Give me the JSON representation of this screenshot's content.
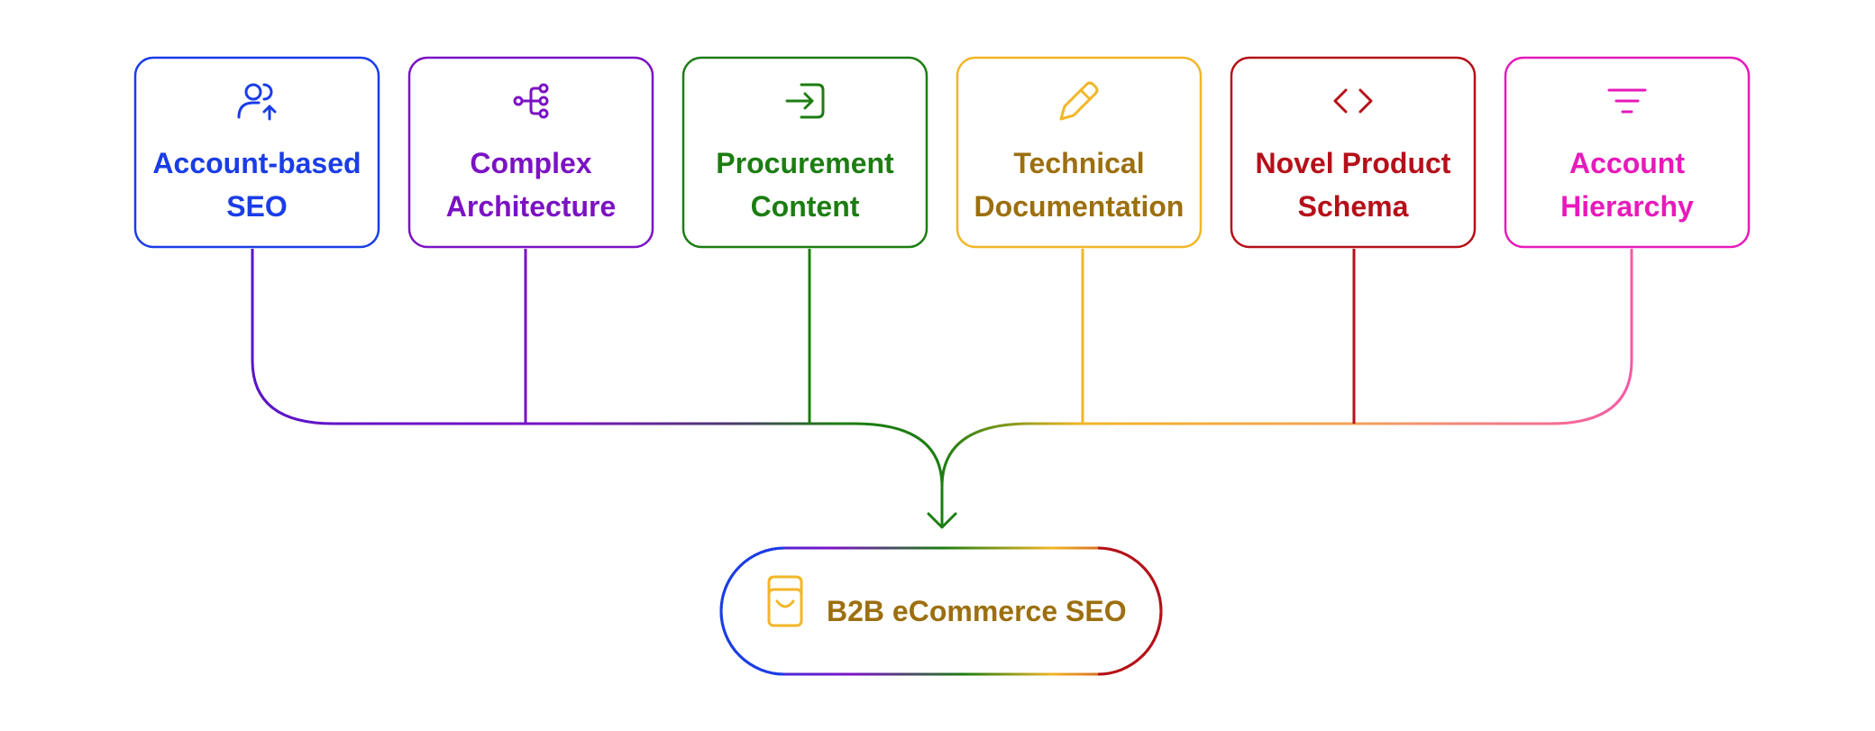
{
  "diagram": {
    "sources": [
      {
        "id": "account-based-seo",
        "lines": [
          "Account-based",
          "SEO"
        ],
        "icon": "user-up-arrow-icon",
        "color": "#1a3de6"
      },
      {
        "id": "complex-architecture",
        "lines": [
          "Complex",
          "Architecture"
        ],
        "icon": "branch-nodes-icon",
        "color": "#7b12c4"
      },
      {
        "id": "procurement-content",
        "lines": [
          "Procurement",
          "Content"
        ],
        "icon": "sign-in-icon",
        "color": "#1c7d12"
      },
      {
        "id": "technical-documentation",
        "lines": [
          "Technical",
          "Documentation"
        ],
        "icon": "pencil-icon",
        "color": "#f2b627"
      },
      {
        "id": "novel-product-schema",
        "lines": [
          "Novel Product",
          "Schema"
        ],
        "icon": "code-brackets-icon",
        "color": "#b5101a"
      },
      {
        "id": "account-hierarchy",
        "lines": [
          "Account",
          "Hierarchy"
        ],
        "icon": "filter-lines-icon",
        "color": "#e71aba"
      }
    ],
    "target": {
      "label": "B2B eCommerce SEO",
      "icon": "shopping-bag-icon",
      "label_color": "#9c6f0f",
      "icon_color": "#f2b627"
    },
    "text_colors": {
      "technical-documentation": "#9c6f0f"
    },
    "arrow_color": "#1c7d12"
  }
}
